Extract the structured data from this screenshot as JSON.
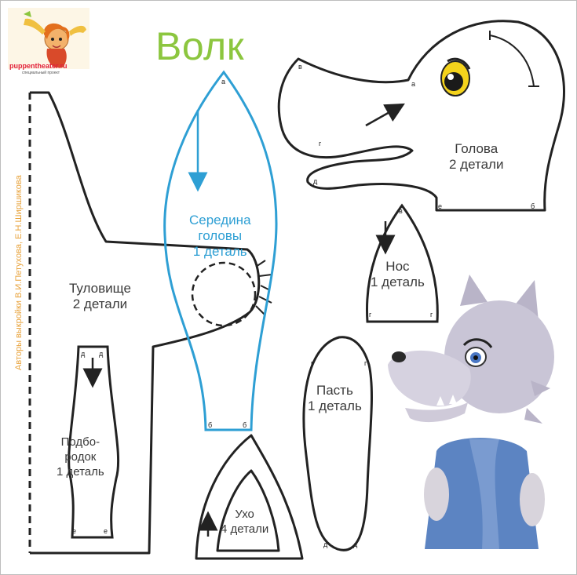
{
  "title": "Волк",
  "authors": "Авторы выкройки В.И.Петухова, Е.Н.Ширшикова",
  "logo": {
    "site": "puppentheater.ru",
    "tagline": "специальный проект"
  },
  "parts": {
    "head": {
      "name": "Голова",
      "count": "2 детали"
    },
    "middle": {
      "name_line1": "Середина",
      "name_line2": "головы",
      "count": "1 деталь"
    },
    "body": {
      "name": "Туловище",
      "count": "2 детали"
    },
    "nose": {
      "name": "Нос",
      "count": "1 деталь"
    },
    "mouth": {
      "name": "Пасть",
      "count": "1 деталь"
    },
    "chin": {
      "name_line1": "Подбо-",
      "name_line2": "родок",
      "count": "1 деталь"
    },
    "ear": {
      "name": "Ухо",
      "count": "4 детали"
    }
  },
  "marks": {
    "a": "а",
    "b": "б",
    "v": "в",
    "g": "г",
    "d": "д",
    "e": "е"
  },
  "colors": {
    "title": "#8cc63f",
    "middle_outline": "#2e9fd4",
    "authors": "#e8a33c",
    "logo": "#e2223b"
  }
}
